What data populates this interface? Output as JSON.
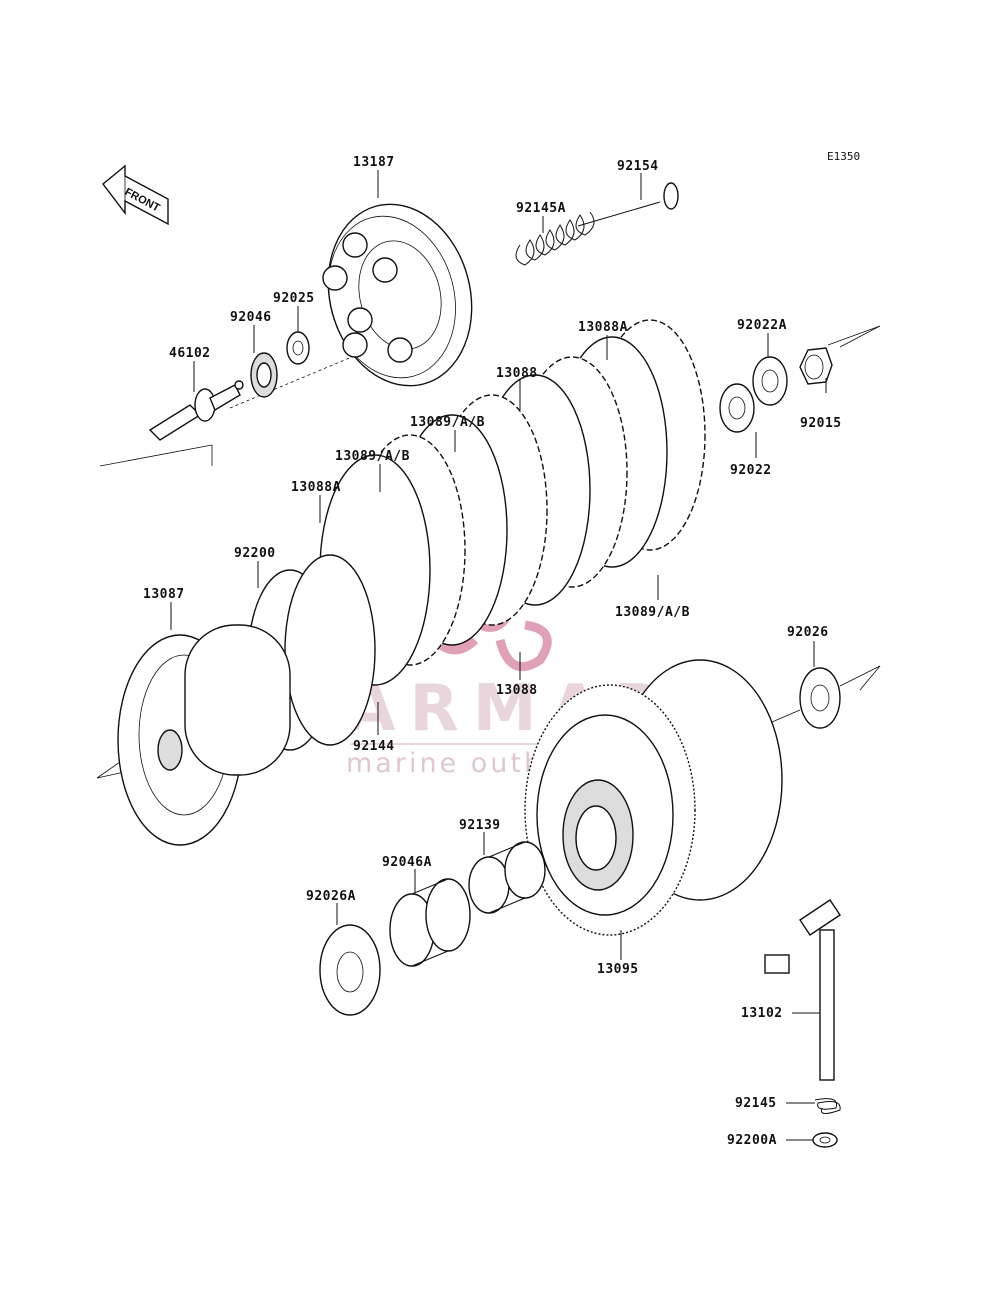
{
  "diagram_code": "E1350",
  "front_label": "FRONT",
  "watermark": {
    "brand": "ARMADA",
    "tagline": "marine outboards",
    "brand_color": "#e0a0b8"
  },
  "parts": {
    "p13187": "13187",
    "p92154": "92154",
    "p92145A": "92145A",
    "p92025": "92025",
    "p92046": "92046",
    "p46102": "46102",
    "p13088A_top": "13088A",
    "p92022A": "92022A",
    "p13088_top": "13088",
    "p92015": "92015",
    "p13089_1": "13089/A/B",
    "p13089_2": "13089/A/B",
    "p92022": "92022",
    "p13088A_left": "13088A",
    "p92200": "92200",
    "p13087": "13087",
    "p13089_3": "13089/A/B",
    "p92026": "92026",
    "p13088_bottom": "13088",
    "p92144": "92144",
    "p92139": "92139",
    "p92046A": "92046A",
    "p92026A": "92026A",
    "p13095": "13095",
    "p13102": "13102",
    "p92145": "92145",
    "p92200A": "92200A"
  }
}
